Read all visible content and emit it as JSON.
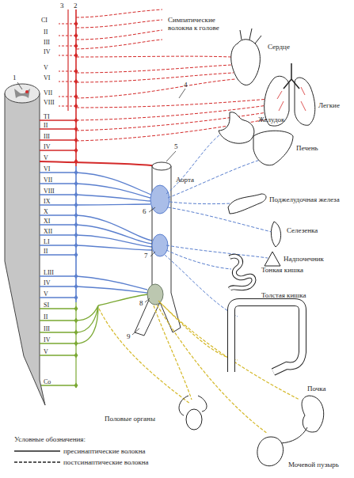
{
  "diagram": {
    "labels": [
      "1",
      "3",
      "2",
      "Симпатические волокна к голове",
      "Сердце",
      "Легкие",
      "4",
      "Желудок",
      "Печень",
      "5",
      "Аорта",
      "6",
      "Поджелудочная железа",
      "Селезенка",
      "Надпочечник",
      "7",
      "Тонкая кишка",
      "8",
      "Толстая кишка",
      "9",
      "Почка",
      "Половые органы",
      "Мочевой пузырь",
      "Условные обозначения:",
      "CI",
      "II",
      "III",
      "IV",
      "V",
      "VI",
      "VII",
      "VIII",
      "TI",
      "II",
      "III",
      "IV",
      "V",
      "VI",
      "VII",
      "VIII",
      "IX",
      "X",
      "XI",
      "XII",
      "LI",
      "II",
      "LIII",
      "IV",
      "V",
      "SI",
      "II",
      "III",
      "IV",
      "V",
      "Co"
    ],
    "legend": [
      {
        "text": "пресинаптические волокна"
      },
      {
        "text": "постсинаптические волокна"
      }
    ]
  }
}
